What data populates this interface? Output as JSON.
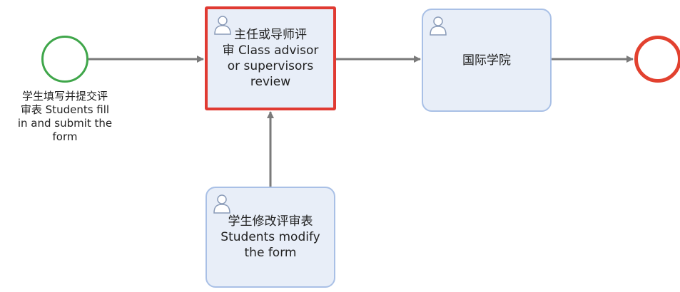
{
  "diagram": {
    "start_event": {
      "label": "学生填写并提交评\n审表 Students fill\nin and submit the\nform"
    },
    "tasks": [
      {
        "id": "review",
        "label": "主任或导师评\n审 Class advisor\nor supervisors\nreview",
        "selected": true,
        "icon": "user-icon"
      },
      {
        "id": "intl",
        "label": "国际学院",
        "selected": false,
        "icon": "user-icon"
      },
      {
        "id": "modify",
        "label": "学生修改评审表\nStudents modify\nthe form",
        "selected": false,
        "icon": "user-icon"
      }
    ],
    "end_event": {
      "label": ""
    },
    "colors": {
      "start_border": "#3fa64a",
      "end_border": "#e2412f",
      "selected_border": "#e03a32",
      "task_fill": "#e8eef8",
      "task_border": "#a9c0e6",
      "connector": "#7a7a7a"
    }
  }
}
